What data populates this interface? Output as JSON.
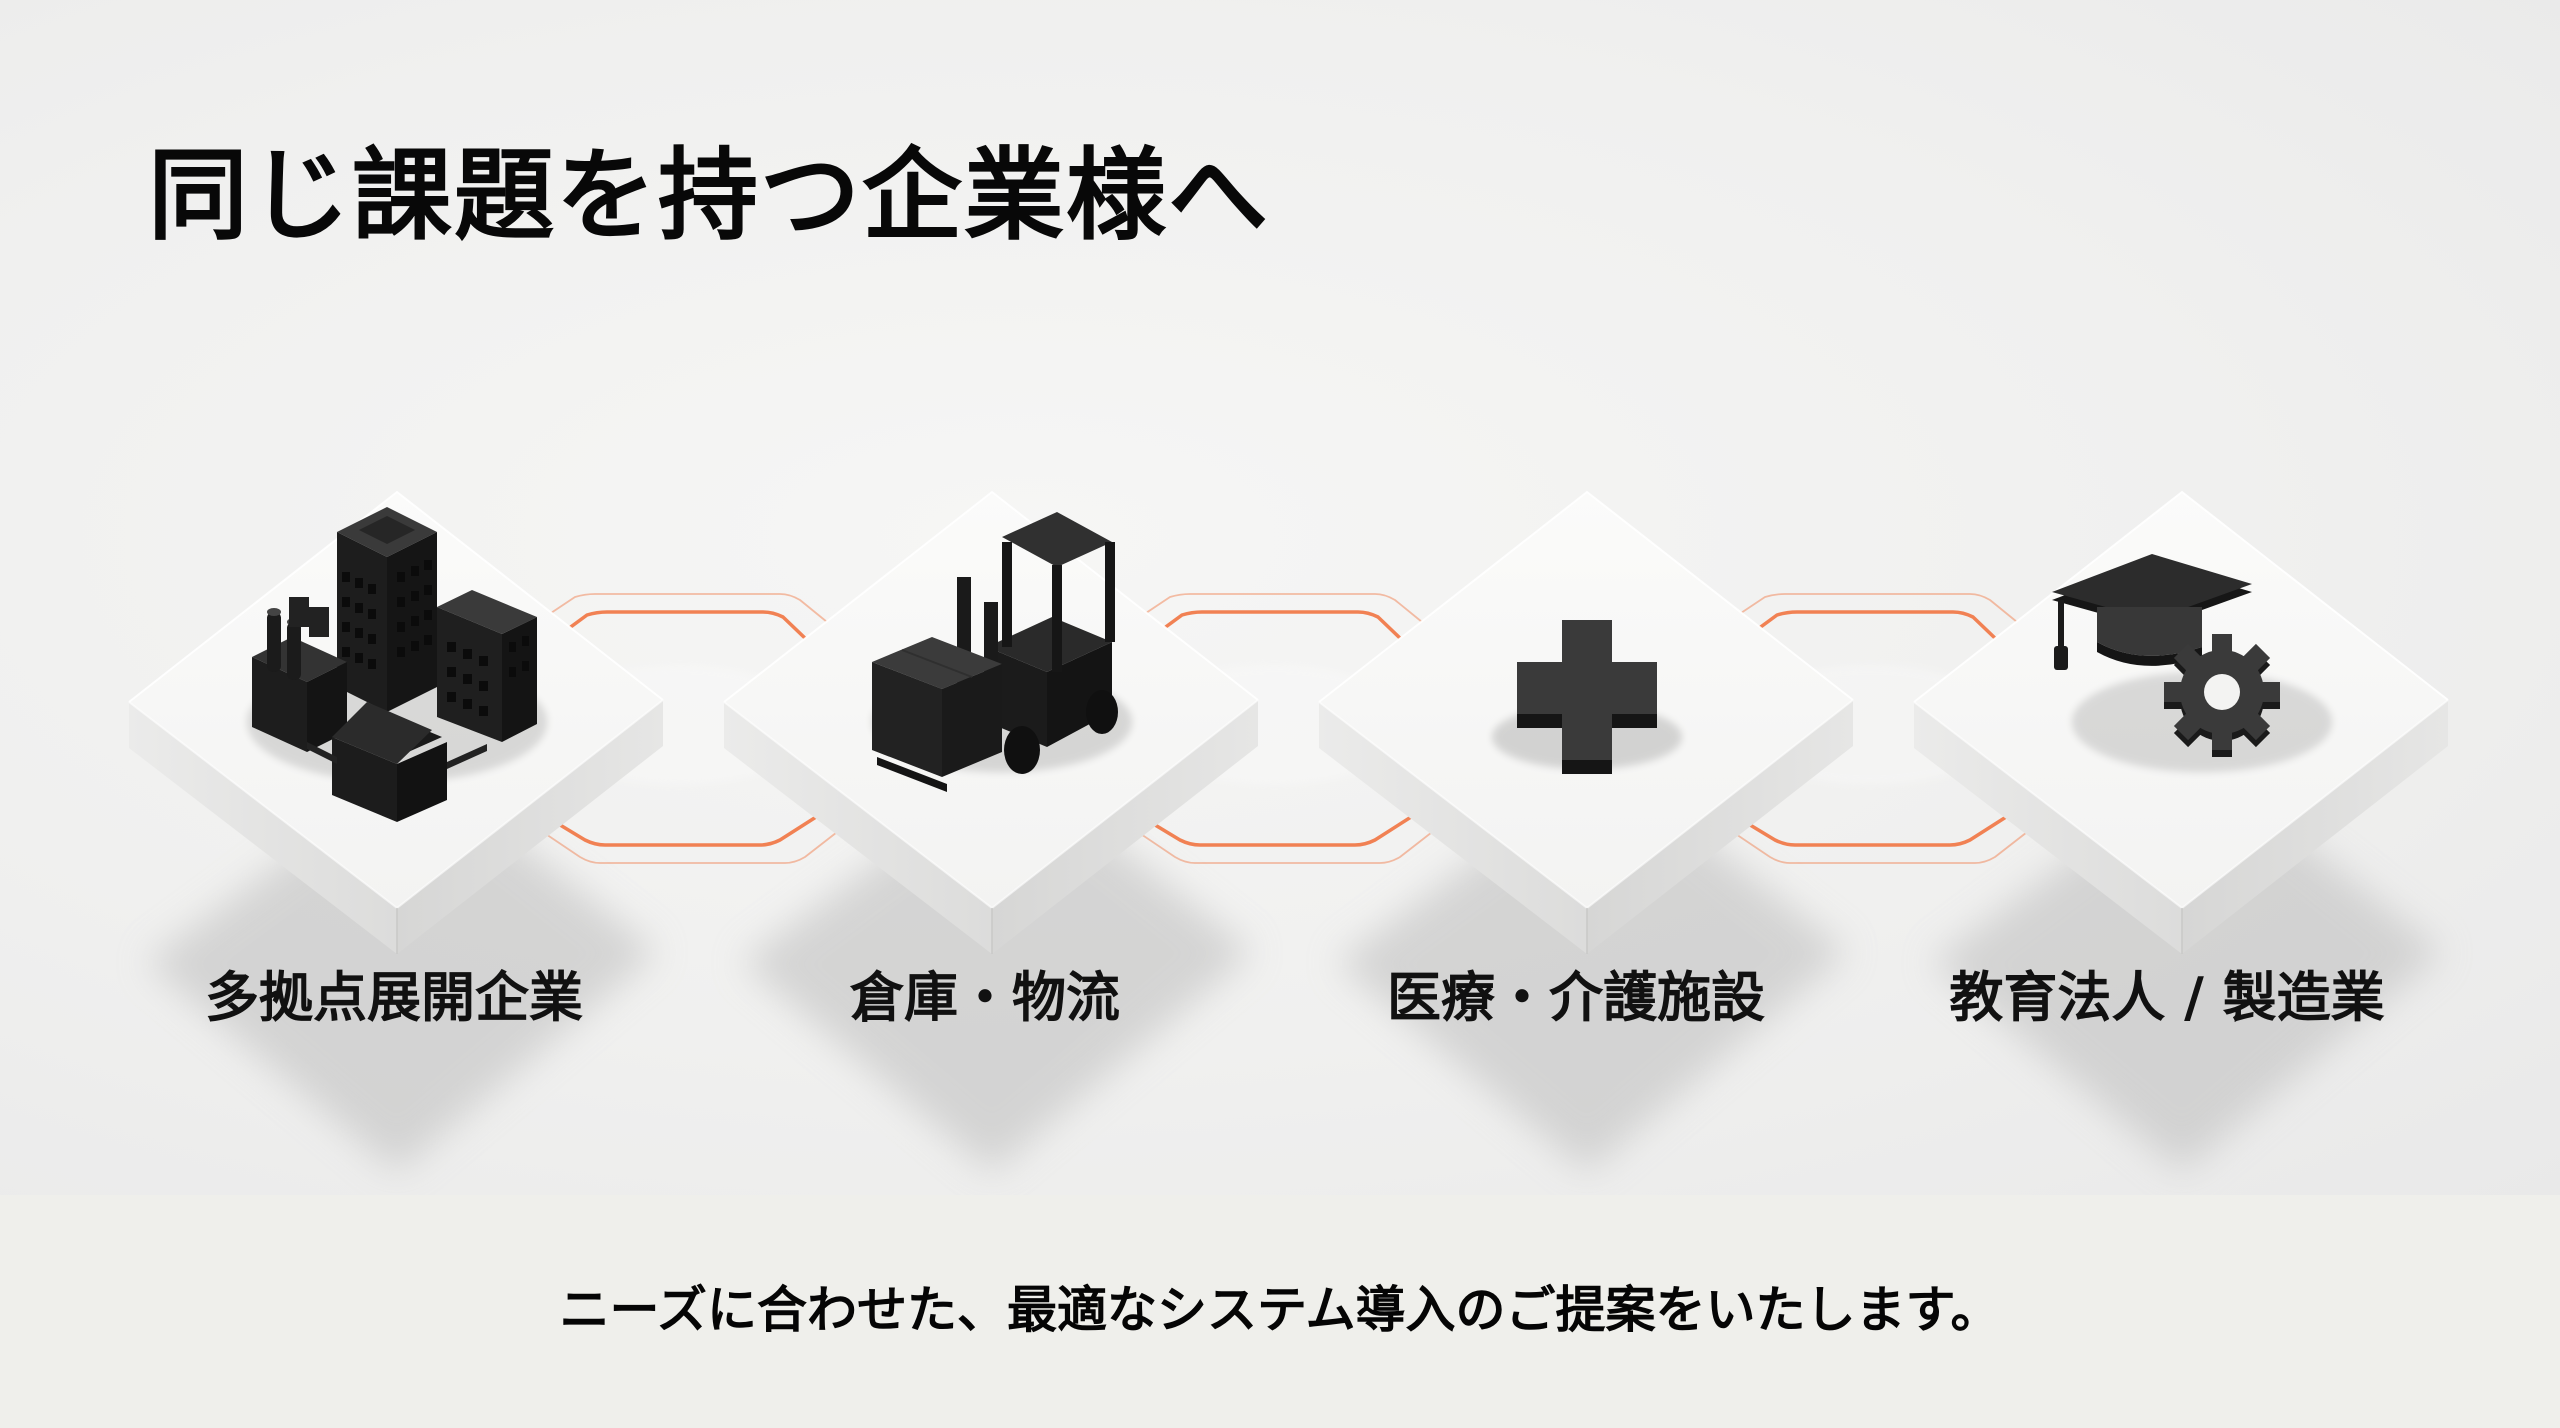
{
  "slide": {
    "title": "同じ課題を持つ企業様へ",
    "footer": "ニーズに合わせた、最適なシステム導入のご提案をいたします。"
  },
  "segments": [
    {
      "label": "多拠点展開企業",
      "icon": "city-buildings-icon"
    },
    {
      "label": "倉庫・物流",
      "icon": "forklift-icon"
    },
    {
      "label": "医療・介護施設",
      "icon": "medical-cross-icon"
    },
    {
      "label": "教育法人 / 製造業",
      "icon": "graduation-cap-gear-icon"
    }
  ],
  "colors": {
    "background": "#efefec",
    "tile_top": "#f7f7f6",
    "tile_side_left": "#e2e2e1",
    "tile_side_right": "#d2d2d1",
    "icon": "#1c1c1c",
    "connector": "#f07a4a",
    "text": "#0a0a0a"
  }
}
